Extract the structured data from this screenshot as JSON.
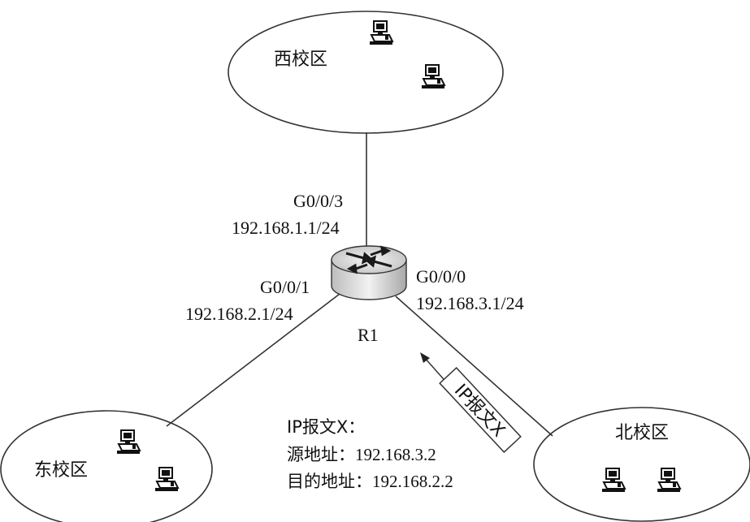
{
  "campuses": {
    "west": "西校区",
    "east": "东校区",
    "north": "北校区"
  },
  "router": {
    "name": "R1",
    "interfaces": {
      "g003": {
        "name": "G0/0/3",
        "ip": "192.168.1.1/24"
      },
      "g001": {
        "name": "G0/0/1",
        "ip": "192.168.2.1/24"
      },
      "g000": {
        "name": "G0/0/0",
        "ip": "192.168.3.1/24"
      }
    }
  },
  "packet": {
    "arrow_label": "IP报文X",
    "title": "IP报文X：",
    "src_label": "源地址：",
    "src": "192.168.3.2",
    "dst_label": "目的地址：",
    "dst": "192.168.2.2"
  },
  "colors": {
    "line": "#333333",
    "router_top": "#d0d0d0",
    "router_body": "#e8e8e8"
  },
  "icons": [
    "pc-icon",
    "router-icon",
    "arrow-icon"
  ]
}
